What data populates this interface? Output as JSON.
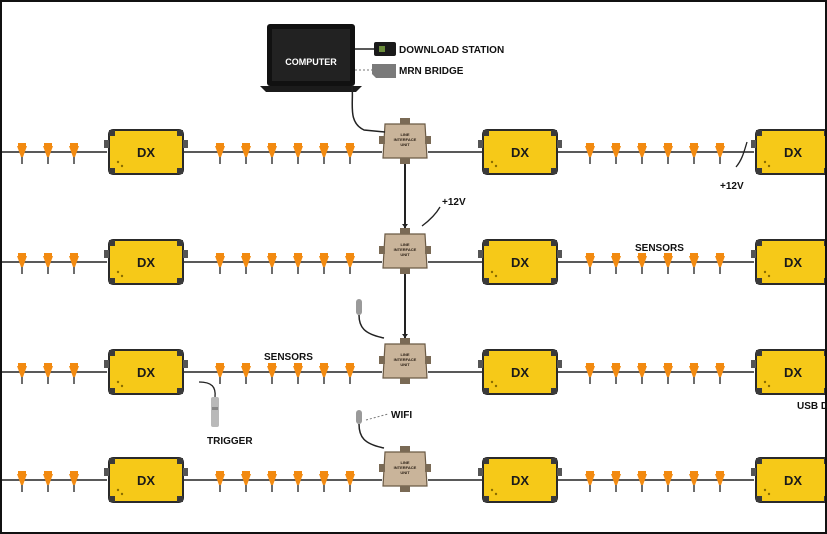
{
  "computer": {
    "label": "COMPUTER"
  },
  "peripherals": {
    "download_station": "DOWNLOAD STATION",
    "mrn_bridge": "MRN BRIDGE"
  },
  "unit_label": "DX",
  "line_interface": {
    "line1": "LINE",
    "line2": "INTERFACE",
    "line3": "UNIT"
  },
  "labels": {
    "plus12v_top": "+12V",
    "plus12v_row2": "+12V",
    "sensors_row2": "SENSORS",
    "sensors_row3": "SENSORS",
    "trigger": "TRIGGER",
    "wifi": "WIFI",
    "usb": "USB D"
  },
  "colors": {
    "sensor": "#f28a10",
    "dx_unit": "#f6c918",
    "dx_border": "#2a2a2a",
    "liu_body": "#c9b49a",
    "computer": "#1b1b1b",
    "cable": "#222222"
  }
}
